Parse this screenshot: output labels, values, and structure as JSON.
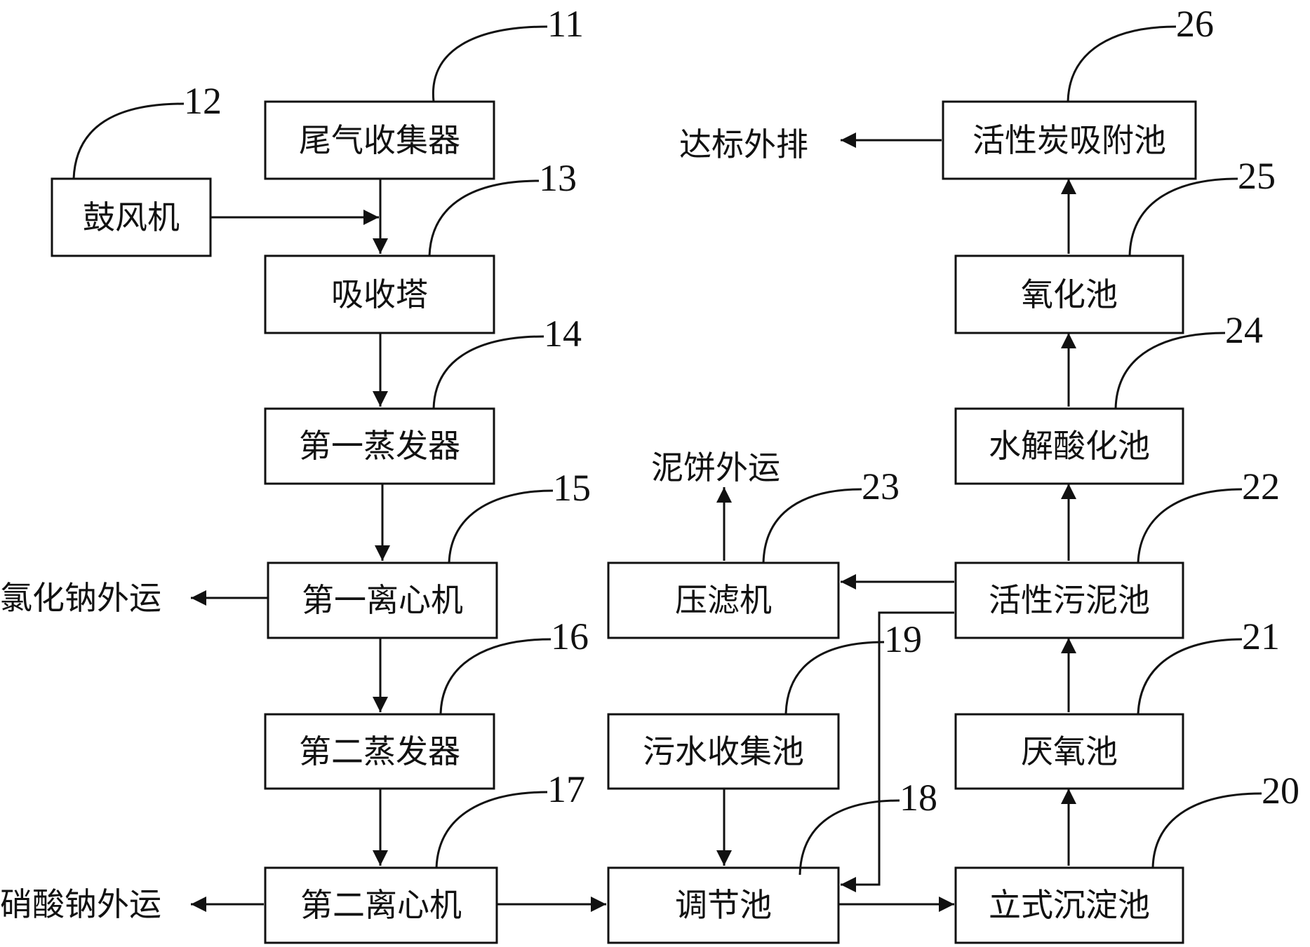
{
  "colors": {
    "line": "#111111",
    "background": "#ffffff"
  },
  "nodes": {
    "tail_gas_collector": "尾气收集器",
    "blower": "鼓风机",
    "absorption_tower": "吸收塔",
    "first_evaporator": "第一蒸发器",
    "first_centrifuge": "第一离心机",
    "second_evaporator": "第二蒸发器",
    "second_centrifuge": "第二离心机",
    "regulating_tank": "调节池",
    "sewage_collection_tank": "污水收集池",
    "filter_press": "压滤机",
    "vertical_sedimentation_tank": "立式沉淀池",
    "anaerobic_tank": "厌氧池",
    "activated_sludge_tank": "活性污泥池",
    "hydrolysis_acidification_tank": "水解酸化池",
    "oxidation_tank": "氧化池",
    "activated_carbon_adsorption_tank": "活性炭吸附池"
  },
  "outputs": {
    "sodium_chloride_out": "氯化钠外运",
    "sodium_nitrate_out": "硝酸钠外运",
    "filter_cake_out": "泥饼外运",
    "discharge": "达标外排"
  },
  "refs": {
    "tail_gas_collector": "11",
    "blower": "12",
    "absorption_tower": "13",
    "first_evaporator": "14",
    "first_centrifuge": "15",
    "second_evaporator": "16",
    "second_centrifuge": "17",
    "regulating_tank": "18",
    "sewage_collection_tank": "19",
    "vertical_sedimentation_tank": "20",
    "anaerobic_tank": "21",
    "activated_sludge_tank": "22",
    "filter_press": "23",
    "hydrolysis_acidification_tank": "24",
    "oxidation_tank": "25",
    "activated_carbon_adsorption_tank": "26"
  }
}
